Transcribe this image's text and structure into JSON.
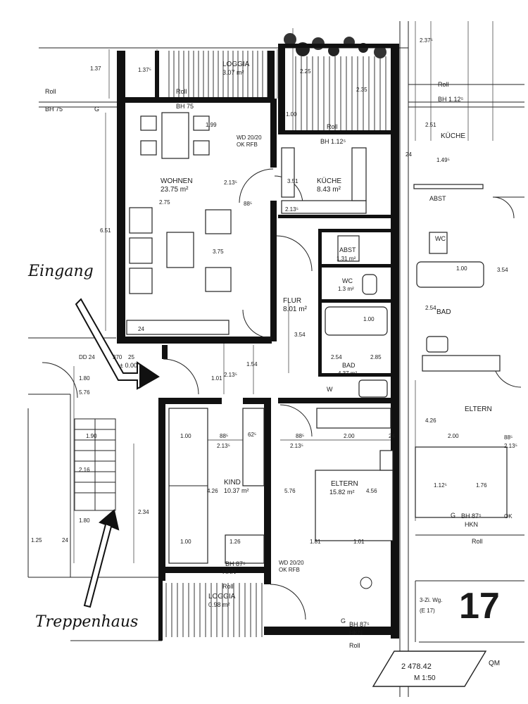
{
  "handwritten": {
    "eingang": "Eingang",
    "treppenhaus": "Treppenhaus"
  },
  "rooms": {
    "loggia_top": {
      "name": "LOGGIA",
      "area": "3.07 m²"
    },
    "wohnen": {
      "name": "WOHNEN",
      "area": "23.75 m²"
    },
    "kueche": {
      "name": "KÜCHE",
      "area": "8.43 m²"
    },
    "abst": {
      "name": "ABST",
      "area": "1.31 m²"
    },
    "wc": {
      "name": "WC",
      "area": "1.3 m²"
    },
    "flur": {
      "name": "FLUR",
      "area": "8.01 m²"
    },
    "bad": {
      "name": "BAD",
      "area": "4.37 m²"
    },
    "kind": {
      "name": "KIND",
      "area": "10.37 m²"
    },
    "eltern": {
      "name": "ELTERN",
      "area": "15.82 m²"
    },
    "loggia_bottom": {
      "name": "LOGGIA",
      "area": "0.98 m²"
    },
    "kueche_right": {
      "name": "KÜCHE"
    },
    "abst_right": {
      "name": "ABST"
    },
    "wc_right": {
      "name": "WC"
    },
    "bad_right": {
      "name": "BAD"
    },
    "eltern_right": {
      "name": "ELTERN"
    }
  },
  "labels": {
    "roll": "Roll",
    "bh75": "BH 75",
    "bh112": "BH 1.12⁵",
    "bh87": "BH 87⁵",
    "hkn": "HKN",
    "wd_a": "WD 20/20",
    "wd_b": "OK RFB",
    "dd": "DD 24",
    "level": "± 0.00",
    "w": "W",
    "g": "G",
    "ok": "OK"
  },
  "dimensions": {
    "d137": "1.37",
    "d137b": "1.37⁵",
    "d225": "2.25",
    "d235": "2.35",
    "d199": "1.99",
    "d275": "2.75",
    "d375": "3.75",
    "d651": "6.51",
    "d351": "3.51",
    "d2135": "2.13⁵",
    "d885": "88⁵",
    "d100": "1.00",
    "d354": "3.54",
    "d154": "1.54",
    "d576": "5.76",
    "d426": "4.26",
    "d456": "4.56",
    "d200": "2.00",
    "d126": "1.26",
    "d101": "1.01",
    "d254": "2.54",
    "d285": "2.85",
    "d180": "1.80",
    "d234": "2.34",
    "d125": "1.25",
    "d370": "370",
    "d25": "25",
    "d24": "24",
    "d625": "62⁵",
    "d181": "1.81",
    "d251": "2.51",
    "d1495": "1.49⁵",
    "d1125": "1.12⁵",
    "d176": "1.76",
    "d190": "1.90",
    "d216": "2.16",
    "d2375": "2.37⁵"
  },
  "title_block": {
    "apartment": "3-Zi. Wg.",
    "ref": "(E 17)",
    "number": "17",
    "area": "2 478.42",
    "unit": "QM",
    "scale": "M 1:50"
  }
}
